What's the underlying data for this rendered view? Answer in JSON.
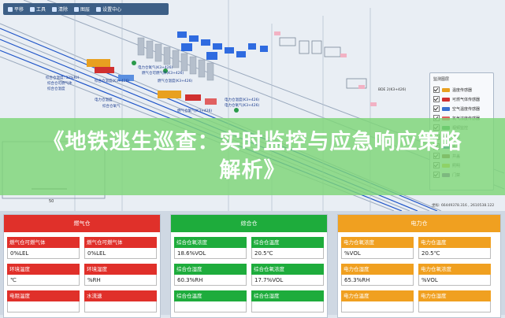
{
  "toolbar": {
    "items": [
      {
        "label": "平移",
        "icon": "hand-icon"
      },
      {
        "label": "工具",
        "icon": "tools-icon"
      },
      {
        "label": "清除",
        "icon": "clear-icon"
      },
      {
        "label": "图层",
        "icon": "layers-icon"
      },
      {
        "label": "设置中心",
        "icon": "settings-icon"
      }
    ]
  },
  "map": {
    "labels": [
      "综合仓温度: 32%RH",
      "综合仓可燃气体",
      "综合仓温度",
      "电力仓温度",
      "综合仓氧气",
      "电力仓氧气(K3+426)",
      "燃气仓可燃气体(K3+426)",
      "综合仓温度(K3+426)",
      "燃气仓温度(K3+426)",
      "电力仓温度(K3+426)",
      "电力仓氧气(K3+426)",
      "燃气仓氧气(K3+426)",
      "BDE 2(K3+426)"
    ],
    "scale": "50",
    "coordinates": "坐标: 66449378.316 , 2610538.122"
  },
  "legend": {
    "title": "监测图层",
    "items": [
      {
        "label": "温度传感器",
        "color": "#e8a020",
        "checked": true
      },
      {
        "label": "可燃气体传感器",
        "color": "#d03030",
        "checked": true
      },
      {
        "label": "空气温度传感器",
        "color": "#3a70d0",
        "checked": true
      },
      {
        "label": "氧气浓度传感器",
        "color": "#e06060",
        "checked": true
      },
      {
        "label": "视频监控",
        "color": "#2a9a4a",
        "checked": true
      },
      {
        "label": "风机",
        "color": "#5a5a5a",
        "checked": true
      },
      {
        "label": "水泵",
        "color": "#2a6ad0",
        "checked": true
      },
      {
        "label": "井盖",
        "color": "#8a5a2a",
        "checked": true
      },
      {
        "label": "照明",
        "color": "#d8c020",
        "checked": true
      },
      {
        "label": "门禁",
        "color": "#7a3aa0",
        "checked": true
      }
    ]
  },
  "overlay": {
    "headline": "《地铁逃生巡查：实时监控与应急响应策略解析》"
  },
  "panels": [
    {
      "title": "燃气仓",
      "color": "#e0302a",
      "cells": [
        {
          "label": "燃气仓可燃气体",
          "value": "0%LEL"
        },
        {
          "label": "燃气仓可燃气体",
          "value": "0%LEL"
        },
        {
          "label": "环境温度",
          "value": "℃"
        },
        {
          "label": "环境湿度",
          "value": "%RH"
        },
        {
          "label": "电阻温度",
          "value": ""
        },
        {
          "label": "水流速",
          "value": ""
        }
      ]
    },
    {
      "title": "综合仓",
      "color": "#1eac3c",
      "cells": [
        {
          "label": "综合仓氧浓度",
          "value": "18.6%VOL"
        },
        {
          "label": "综合仓温度",
          "value": "20.5℃"
        },
        {
          "label": "综合仓湿度",
          "value": "60.3%RH"
        },
        {
          "label": "综合仓氧浓度",
          "value": "17.7%VOL"
        },
        {
          "label": "综合仓温度",
          "value": ""
        },
        {
          "label": "综合仓湿度",
          "value": ""
        }
      ]
    },
    {
      "title": "电力仓",
      "color": "#f0a020",
      "cells": [
        {
          "label": "电力仓氧浓度",
          "value": "%VOL"
        },
        {
          "label": "电力仓温度",
          "value": "20.5℃"
        },
        {
          "label": "电力仓湿度",
          "value": "65.3%RH"
        },
        {
          "label": "电力仓氧浓度",
          "value": "%VOL"
        },
        {
          "label": "电力仓温度",
          "value": ""
        },
        {
          "label": "电力仓湿度",
          "value": ""
        }
      ]
    }
  ]
}
